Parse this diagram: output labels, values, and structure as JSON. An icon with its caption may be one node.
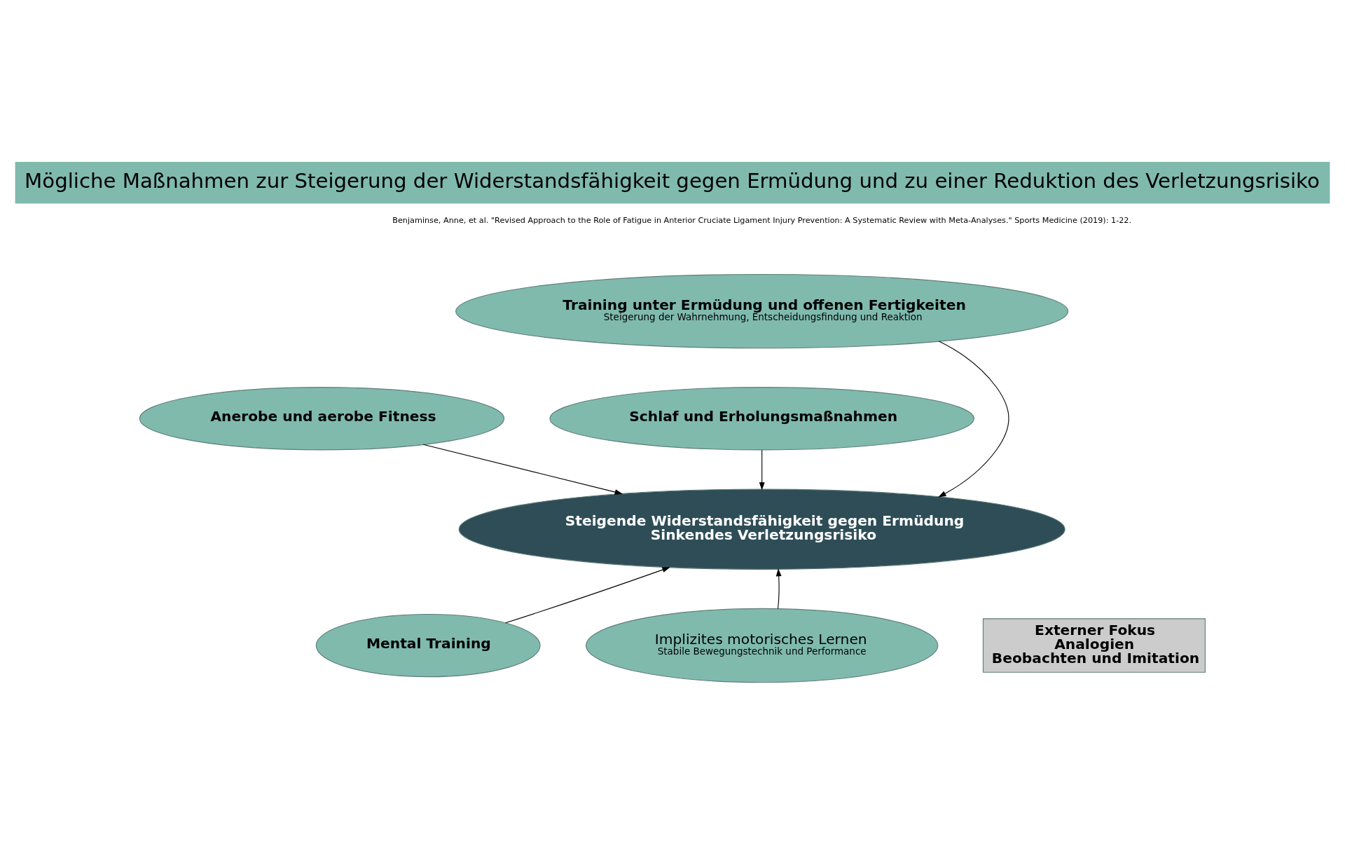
{
  "diagram": {
    "title": "Mögliche Maßnahmen zur Steigerung der Widerstandsfähigkeit gegen Ermüdung und zu einer Reduktion des Verletzungsrisiko",
    "nodes": [
      {
        "text": [
          "Training unter Ermüdung und offenen Fertigkeiten",
          "Steigerung der Wahrnehmung, Entscheidungsfindung und Reaktion"
        ]
      },
      {
        "text": [
          "Anerobe und aerobe Fitness"
        ]
      },
      {
        "text": [
          "Schlaf und Erholungsmaßnahmen"
        ]
      },
      {
        "text": [
          "Steigende Widerstandsfähigkeit gegen Ermüdung",
          "Sinkendes Verletzungsrisiko"
        ]
      },
      {
        "text": [
          "Mental Training"
        ]
      },
      {
        "text": [
          "Implizites motorisches Lernen",
          "Stabile Bewegungstechnik und Performance"
        ]
      },
      {
        "text": [
          "Externer Fokus",
          "Analogien",
          "Beobachten und Imitation"
        ]
      }
    ],
    "edges": [
      {
        "from": 0,
        "to": 3,
        "arrow": "to"
      },
      {
        "from": 1,
        "to": 3,
        "arrow": "to"
      },
      {
        "from": 2,
        "to": 3,
        "arrow": "to"
      },
      {
        "from": 4,
        "to": 3,
        "arrow": "to"
      },
      {
        "from": 5,
        "to": 3,
        "arrow": "to"
      }
    ],
    "labels": [
      "Benjaminse, Anne, et al. \"Revised Approach to the Role of Fatigue in Anterior Cruciate Ligament Injury Prevention: A Systematic Review with Meta-Analyses.\" Sports Medicine (2019): 1-22."
    ]
  }
}
